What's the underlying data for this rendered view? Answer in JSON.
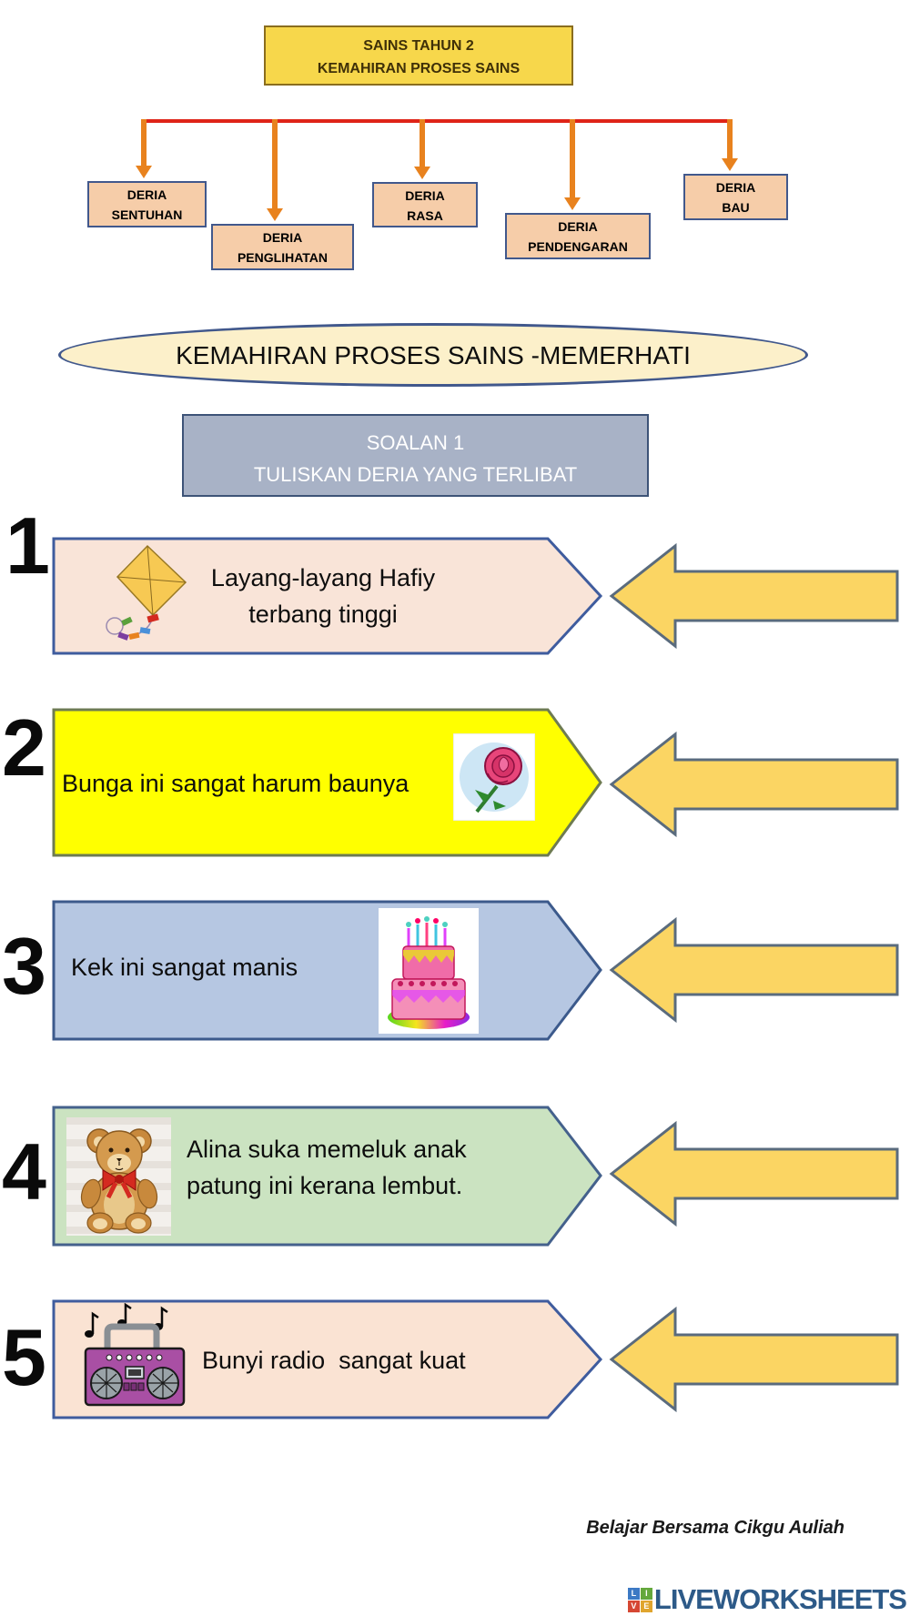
{
  "header": {
    "title_line1": "SAINS TAHUN 2",
    "title_line2": "KEMAHIRAN PROSES SAINS",
    "box_fill": "#F7D74B",
    "box_border": "#8A6D1E"
  },
  "senses_diagram": {
    "connector_color": "#DF2318",
    "arrow_color": "#E8821E",
    "box_fill": "#F6CDA9",
    "box_border": "#41588C",
    "boxes": [
      {
        "line1": "DERIA",
        "line2": "SENTUHAN"
      },
      {
        "line1": "DERIA",
        "line2": "PENGLIHATAN"
      },
      {
        "line1": "DERIA",
        "line2": "RASA"
      },
      {
        "line1": "DERIA",
        "line2": "PENDENGARAN"
      },
      {
        "line1": "DERIA",
        "line2": "BAU"
      }
    ]
  },
  "subtitle_ellipse": {
    "text": "KEMAHIRAN PROSES SAINS -MEMERHATI",
    "fill": "#FCF0CA",
    "border": "#41588C"
  },
  "question_box": {
    "line1": "SOALAN 1",
    "line2": "TULISKAN DERIA YANG TERLIBAT",
    "fill": "#A8B2C6",
    "border": "#3D5377"
  },
  "items": [
    {
      "number": "1",
      "line1": "Layang-layang Hafiy",
      "line2": "terbang tinggi",
      "image": "kite-image",
      "fill": "#F9E4D8",
      "border": "#3F5C9E"
    },
    {
      "number": "2",
      "line1": "Bunga ini sangat harum baunya",
      "line2": "",
      "image": "rose-image",
      "fill": "#FFFF00",
      "border": "#6E7B52"
    },
    {
      "number": "3",
      "line1": "Kek ini sangat manis",
      "line2": "",
      "image": "cake-image",
      "fill": "#B6C7E2",
      "border": "#3C5A8C"
    },
    {
      "number": "4",
      "line1": "Alina suka memeluk anak",
      "line2": "patung ini kerana lembut.",
      "image": "teddy-bear-image",
      "fill": "#CBE3C1",
      "border": "#44618C"
    },
    {
      "number": "5",
      "line1": "Bunyi radio  sangat kuat",
      "line2": "",
      "image": "radio-image",
      "fill": "#FAE3D3",
      "border": "#3F5C9E"
    }
  ],
  "answer_arrow": {
    "fill": "#FBD563",
    "stroke": "#5A6B7D"
  },
  "footer": {
    "credit": "Belajar Bersama Cikgu Auliah",
    "brand_text": "LIVEWORKSHEETS",
    "brand_text_color": "#2D5A88",
    "logo": {
      "letters": [
        "L",
        "I",
        "V",
        "E"
      ],
      "colors": [
        "#3C79C4",
        "#64A83C",
        "#D64733",
        "#E0A52E"
      ]
    }
  }
}
